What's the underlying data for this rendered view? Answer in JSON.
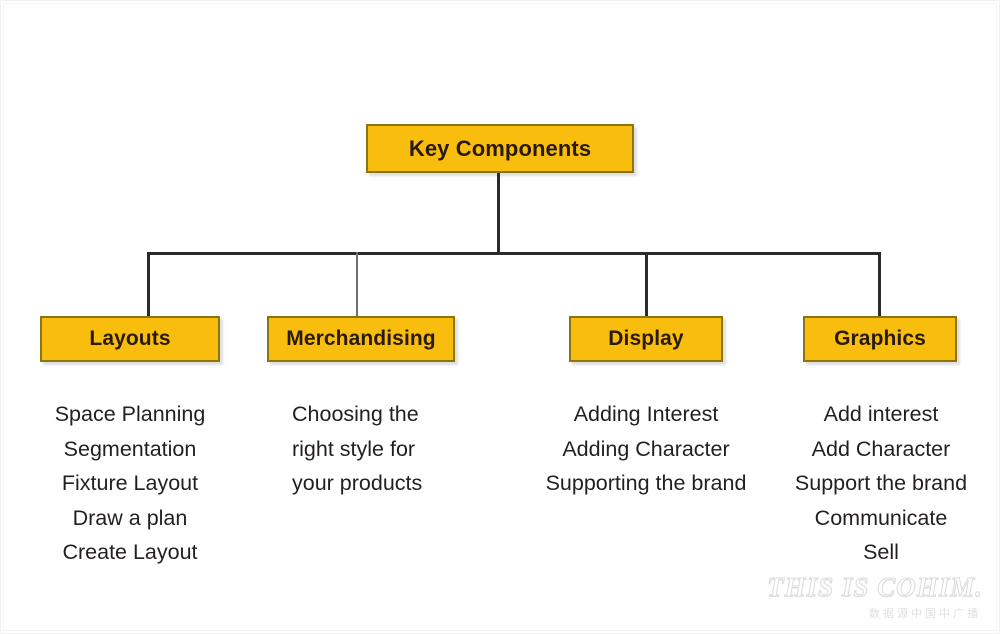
{
  "diagram": {
    "type": "tree",
    "root": {
      "label": "Key Components"
    },
    "branches": [
      {
        "label": "Layouts",
        "items": [
          "Space Planning",
          "Segmentation",
          "Fixture Layout",
          "Draw a plan",
          "Create Layout"
        ]
      },
      {
        "label": "Merchandising",
        "items": [
          "Choosing the",
          "right style for",
          "your products"
        ]
      },
      {
        "label": "Display",
        "items": [
          "Adding Interest",
          "Adding Character",
          "Supporting the brand"
        ]
      },
      {
        "label": "Graphics",
        "items": [
          "Add interest",
          "Add Character",
          "Support the brand",
          "Communicate",
          "Sell"
        ]
      }
    ]
  },
  "watermark": {
    "main": "THIS IS COHIM.",
    "sub": "数据源中国中广播"
  },
  "colors": {
    "node_fill": "#F9BE0D",
    "node_border": "#8A7512",
    "node_text": "#2A1B08",
    "body_text": "#231F1E",
    "connector": "#2B2B2B",
    "background": "#FFFFFF"
  }
}
